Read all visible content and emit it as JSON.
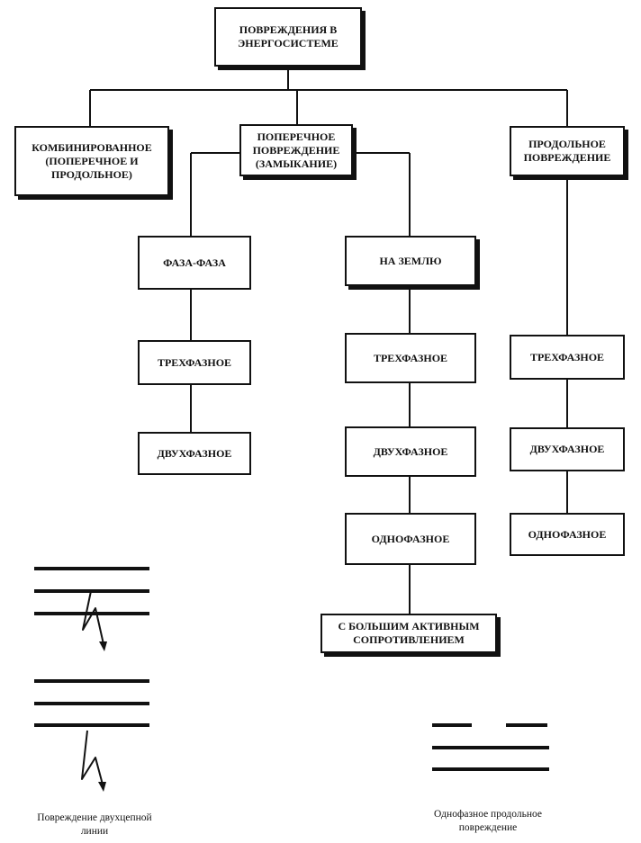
{
  "nodes": {
    "root": "ПОВРЕЖДЕНИЯ В\nЭНЕРГОСИСТЕМЕ",
    "combined": "КОМБИНИРОВАННОЕ\n(ПОПЕРЕЧНОЕ И\nПРОДОЛЬНОЕ)",
    "transverse": "ПОПЕРЕЧНОЕ\nПОВРЕЖДЕНИЕ\n(ЗАМЫКАНИЕ)",
    "longitudinal": "ПРОДОЛЬНОЕ\nПОВРЕЖДЕНИЕ",
    "phase_phase": "ФАЗА-ФАЗА",
    "to_ground": "НА ЗЕМЛЮ",
    "pp_three_phase": "ТРЕХФАЗНОЕ",
    "pp_two_phase": "ДВУХФАЗНОЕ",
    "g_three_phase": "ТРЕХФАЗНОЕ",
    "g_two_phase": "ДВУХФАЗНОЕ",
    "g_single_phase": "ОДНОФАЗНОЕ",
    "g_high_resistance": "С БОЛЬШИМ АКТИВНЫМ\nСОПРОТИВЛЕНИЕМ",
    "l_three_phase": "ТРЕХФАЗНОЕ",
    "l_two_phase": "ДВУХФАЗНОЕ",
    "l_single_phase": "ОДНОФАЗНОЕ"
  },
  "captions": {
    "double_circuit": "Повреждение двухцепной\nлинии",
    "single_phase_longitudinal": "Однофазное продольное\nповреждение"
  },
  "colors": {
    "ink": "#111111",
    "background": "#ffffff"
  }
}
